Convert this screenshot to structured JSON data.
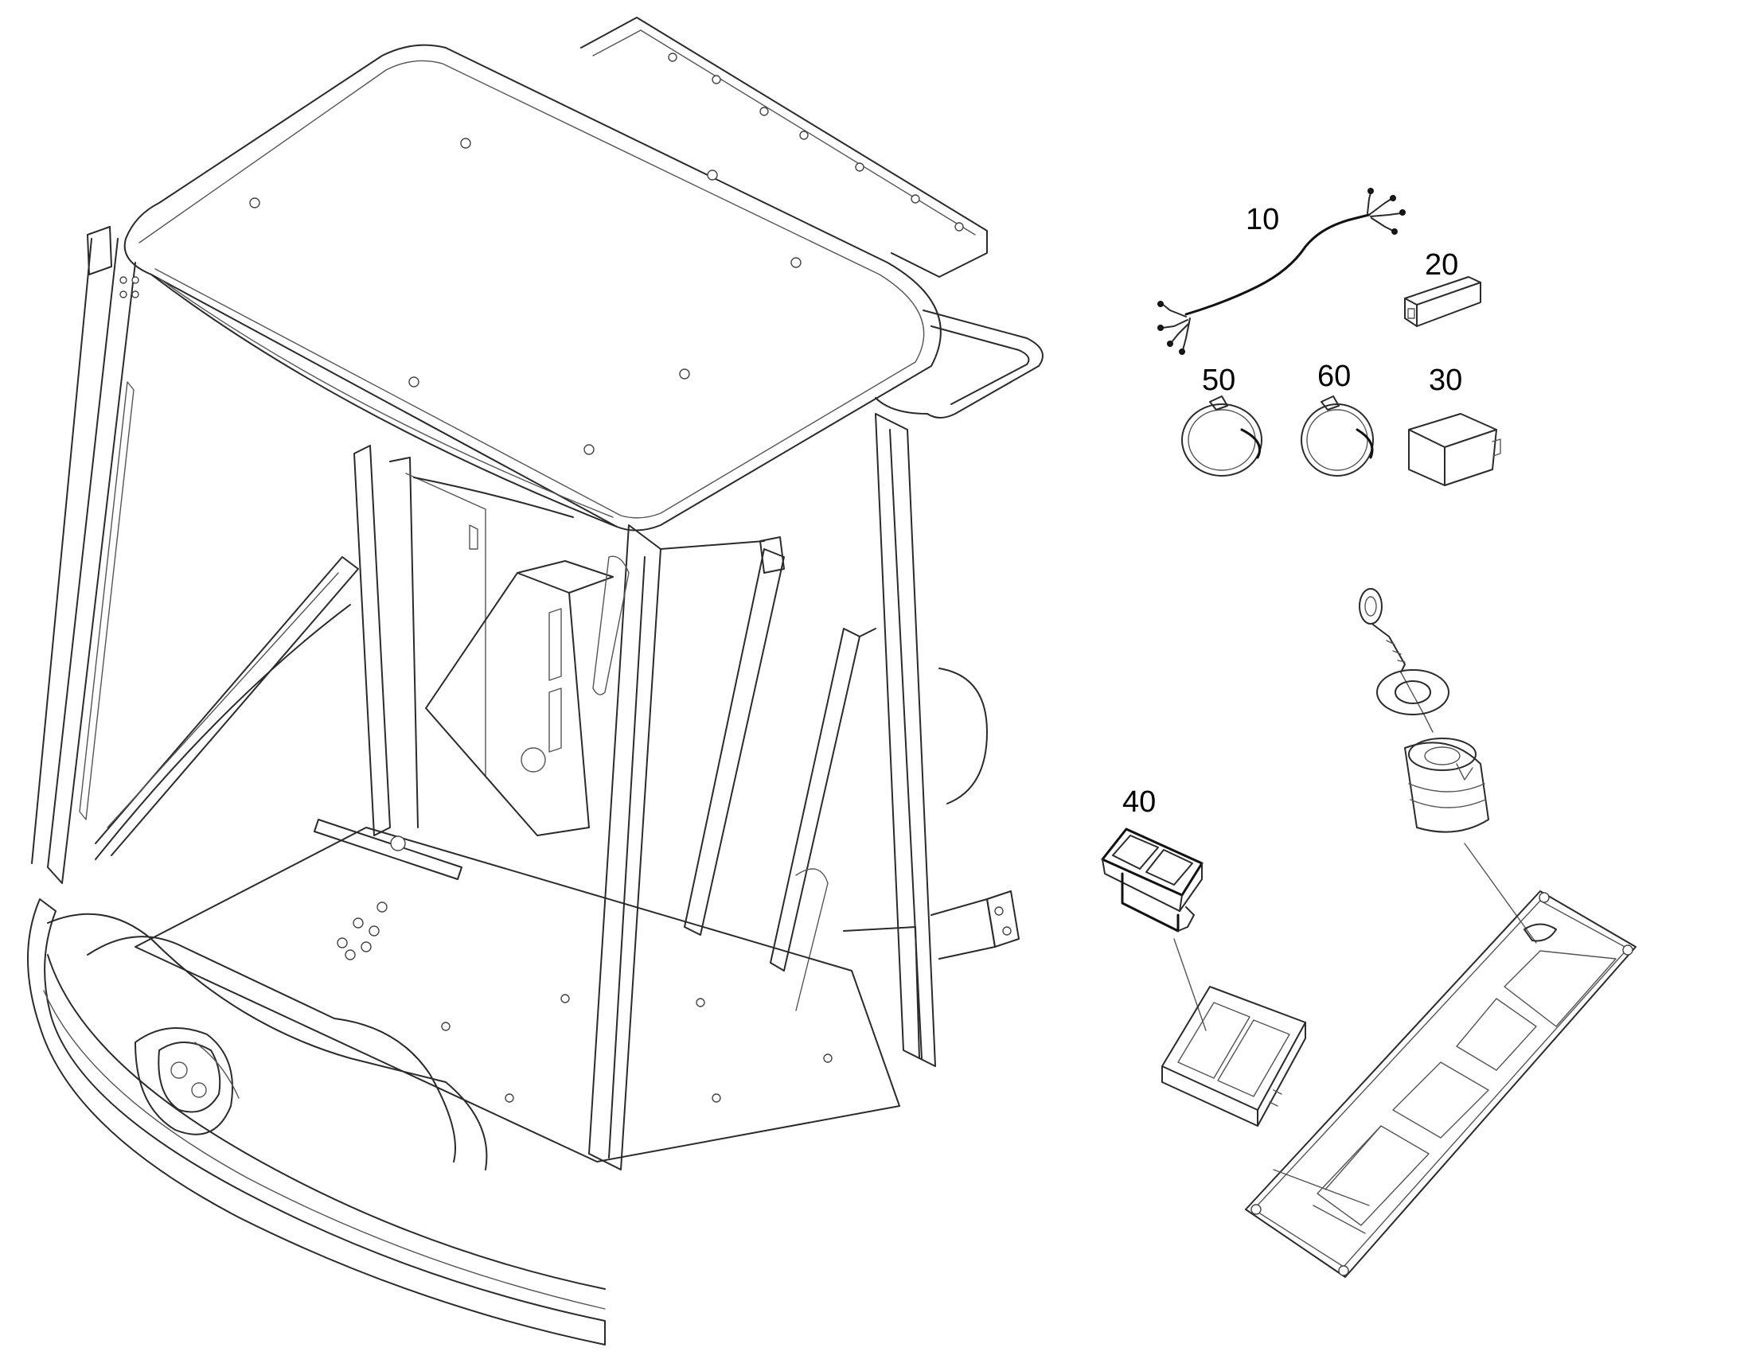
{
  "callouts": {
    "p10": "10",
    "p20": "20",
    "p30": "30",
    "p40": "40",
    "p50": "50",
    "p60": "60"
  }
}
